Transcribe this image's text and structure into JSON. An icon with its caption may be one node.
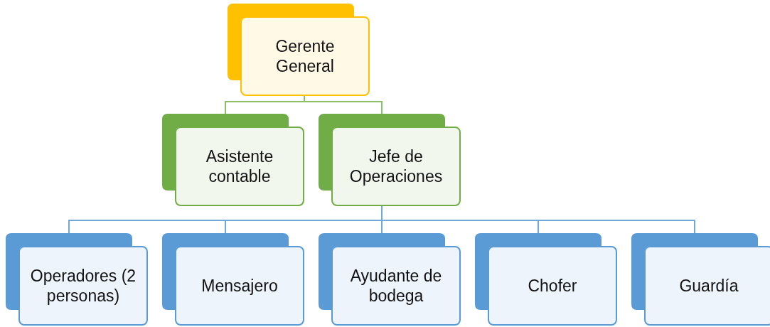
{
  "diagram": {
    "nodes": [
      {
        "text": [
          "Gerente General"
        ]
      },
      {
        "text": [
          "Asistente contable"
        ]
      },
      {
        "text": [
          "Jefe de Operaciones"
        ]
      },
      {
        "text": [
          "Operadores (2 personas)"
        ]
      },
      {
        "text": [
          "Mensajero"
        ]
      },
      {
        "text": [
          "Ayudante de bodega"
        ]
      },
      {
        "text": [
          "Chofer"
        ]
      },
      {
        "text": [
          "Guardía"
        ]
      }
    ],
    "edges": [
      {
        "from": 0,
        "to": 1,
        "arrow": "none",
        "color": "#8cbf66"
      },
      {
        "from": 0,
        "to": 2,
        "arrow": "none",
        "color": "#8cbf66"
      },
      {
        "from": 2,
        "to": 3,
        "arrow": "none"
      },
      {
        "from": 2,
        "to": 4,
        "arrow": "none"
      },
      {
        "from": 2,
        "to": 5,
        "arrow": "none"
      },
      {
        "from": 2,
        "to": 6,
        "arrow": "none"
      },
      {
        "from": 2,
        "to": 7,
        "arrow": "none"
      }
    ]
  }
}
